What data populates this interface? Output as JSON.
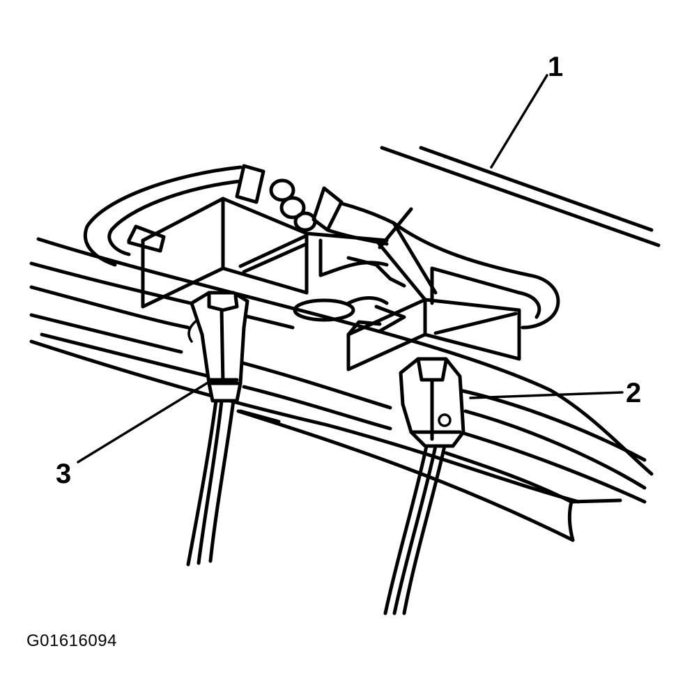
{
  "callouts": {
    "one": "1",
    "two": "2",
    "three": "3"
  },
  "figure_id": "G01616094",
  "colors": {
    "line": "#000000",
    "background": "#ffffff"
  }
}
